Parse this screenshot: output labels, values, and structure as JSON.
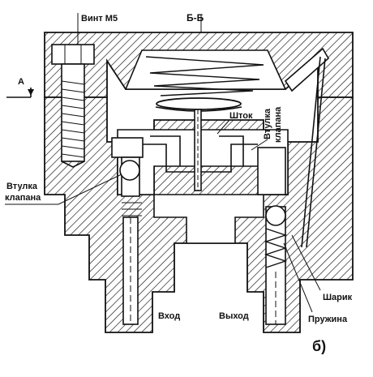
{
  "section_label": "Б-Б",
  "view_arrow_label": "А",
  "figure_label": "б)",
  "labels": {
    "screw": "Винт М5",
    "stem": "Шток",
    "valve_sleeve_left_line1": "Втулка",
    "valve_sleeve_left_line2": "клапана",
    "valve_sleeve_right_line1": "Втулка",
    "valve_sleeve_right_line2": "клапана",
    "inlet": "Вход",
    "outlet": "Выход",
    "ball": "Шарик",
    "spring": "Пружина"
  }
}
